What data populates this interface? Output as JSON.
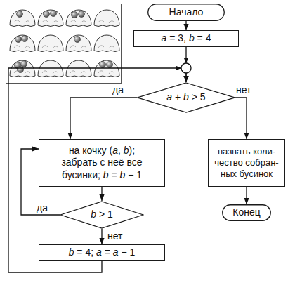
{
  "diagram": {
    "nodes": [
      {
        "text": [
          "Начало"
        ]
      },
      {
        "text": [
          "a = 3, b = 4"
        ]
      },
      {
        "text": [
          "a + b > 5"
        ]
      },
      {
        "text": [
          "на кочку (a, b); забрать с неё все бусинки; b = b − 1"
        ]
      },
      {
        "text": [
          "назвать коли- чество собран- ных бусинок"
        ]
      },
      {
        "text": [
          "b > 1"
        ]
      },
      {
        "text": [
          "Конец"
        ]
      },
      {
        "text": [
          "b = 4; a = a − 1"
        ]
      }
    ],
    "edges": [
      {
        "from": 0,
        "to": 1,
        "arrow": "to"
      },
      {
        "from": 1,
        "to": 2,
        "arrow": "to"
      },
      {
        "from": 7,
        "to": 2,
        "arrow": "to"
      },
      {
        "from": 2,
        "to": 3,
        "label": "да",
        "arrow": "to"
      },
      {
        "from": 2,
        "to": 4,
        "label": "нет",
        "arrow": "to"
      },
      {
        "from": 3,
        "to": 5,
        "arrow": "to"
      },
      {
        "from": 5,
        "to": 3,
        "label": "да",
        "arrow": "to"
      },
      {
        "from": 5,
        "to": 7,
        "label": "нет",
        "arrow": "to"
      },
      {
        "from": 4,
        "to": 6,
        "arrow": "to"
      }
    ]
  }
}
